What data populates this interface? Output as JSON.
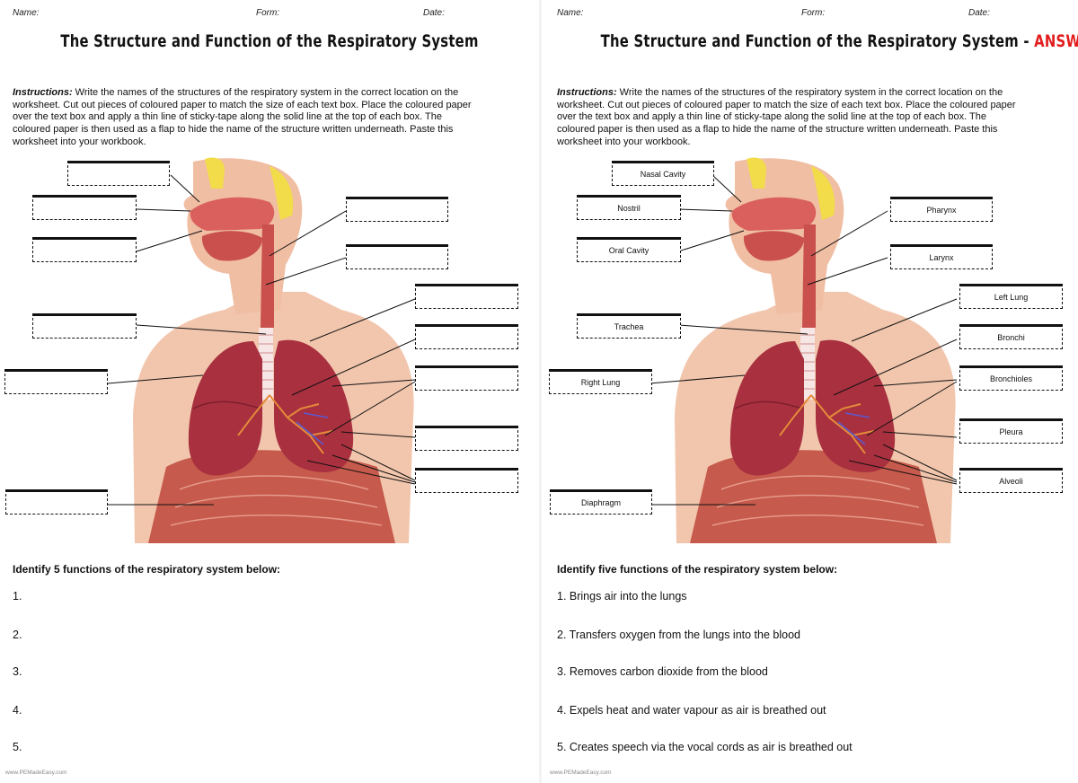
{
  "header": {
    "name_label": "Name:",
    "form_label": "Form:",
    "date_label": "Date:"
  },
  "worksheet": {
    "title": "The Structure and Function of the Respiratory System",
    "instructions_lead": "Instructions:",
    "instructions_text": " Write the names of the structures of the respiratory system in the correct location on the worksheet. Cut out pieces of coloured paper to match the size of each text box. Place the coloured paper over the text box and apply a thin line of sticky-tape along the solid line at the top of each box. The coloured paper is then used as a flap to hide the name of the structure written underneath. Paste this worksheet into your workbook.",
    "question": "Identify 5 functions of the respiratory system below:",
    "numbers": [
      "1.",
      "2.",
      "3.",
      "4.",
      "5."
    ]
  },
  "answers": {
    "title_main": "The Structure and Function of the Respiratory System - ",
    "title_highlight": "ANSWERS",
    "question": "Identify five functions of the respiratory system below:",
    "functions": [
      "1. Brings air into the lungs",
      "2. Transfers oxygen from the lungs into the blood",
      "3. Removes carbon dioxide from the blood",
      "4. Expels heat and water vapour as air is breathed out",
      "5. Creates speech via the vocal cords as air is breathed out"
    ],
    "labels": {
      "nasal_cavity": "Nasal Cavity",
      "nostril": "Nostril",
      "oral_cavity": "Oral Cavity",
      "trachea": "Trachea",
      "right_lung": "Right Lung",
      "diaphragm": "Diaphragm",
      "pharynx": "Pharynx",
      "larynx": "Larynx",
      "left_lung": "Left Lung",
      "bronchi": "Bronchi",
      "bronchioles": "Bronchioles",
      "pleura": "Pleura",
      "alveoli": "Alveoli"
    }
  },
  "footer": "www.PEMadeEasy.com",
  "colors": {
    "answers_red": "#e21d1d",
    "lung": "#a8303f",
    "skin": "#f2c6ad",
    "muscle": "#c65a4c"
  }
}
